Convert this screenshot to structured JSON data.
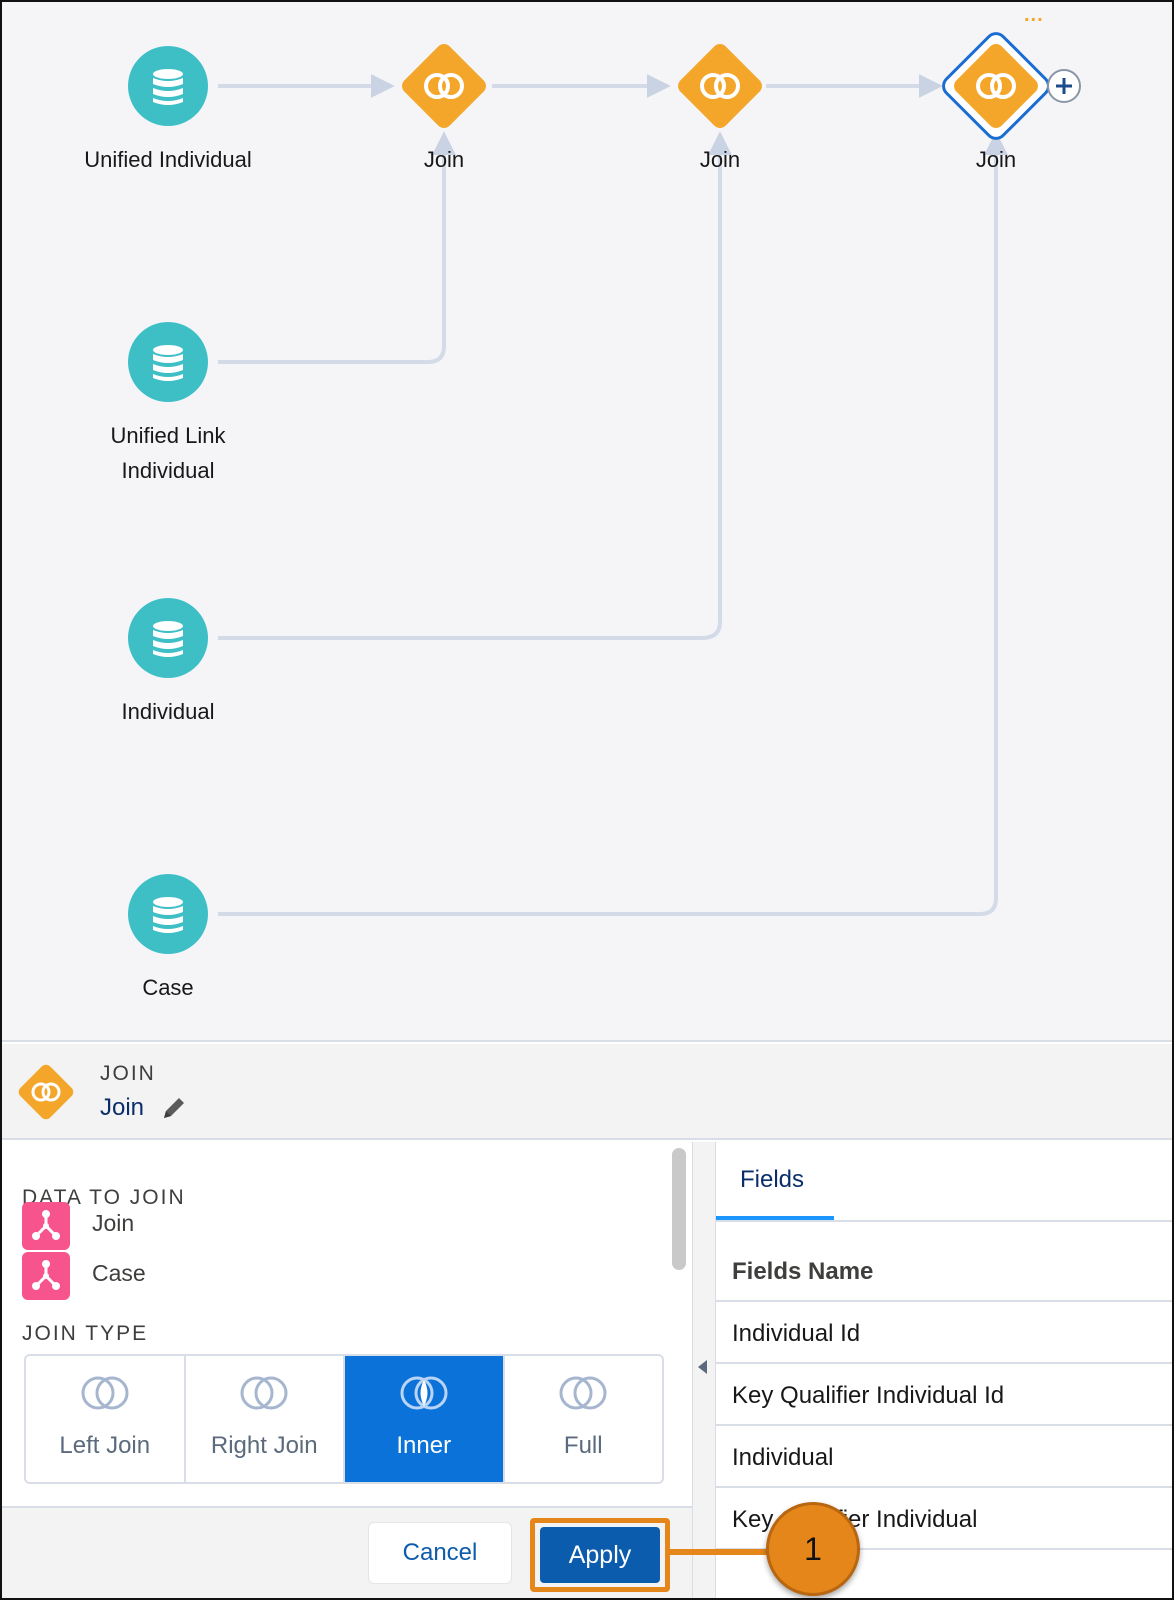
{
  "canvas": {
    "nodes": [
      {
        "label": "Unified Individual",
        "type": "source"
      },
      {
        "label": "Unified Link Individual",
        "type": "source"
      },
      {
        "label": "Individual",
        "type": "source"
      },
      {
        "label": "Case",
        "type": "source"
      },
      {
        "label": "Join",
        "type": "join"
      },
      {
        "label": "Join",
        "type": "join"
      },
      {
        "label": "Join",
        "type": "join",
        "selected": true
      }
    ],
    "more_menu": "..."
  },
  "panel": {
    "kicker": "JOIN",
    "title": "Join"
  },
  "data_to_join": {
    "title": "DATA TO JOIN",
    "items": [
      {
        "label": "Join"
      },
      {
        "label": "Case"
      }
    ]
  },
  "join_type": {
    "title": "JOIN TYPE",
    "options": [
      {
        "label": "Left Join",
        "active": false
      },
      {
        "label": "Right Join",
        "active": false
      },
      {
        "label": "Inner",
        "active": true
      },
      {
        "label": "Full",
        "active": false
      }
    ]
  },
  "footer": {
    "cancel_label": "Cancel",
    "apply_label": "Apply"
  },
  "callout": {
    "number": "1"
  },
  "fields_panel": {
    "tab_label": "Fields",
    "column_header": "Fields Name",
    "rows": [
      "Individual Id",
      "Key Qualifier Individual Id",
      "Individual",
      "Key Qualifier Individual"
    ]
  },
  "colors": {
    "source_node": "#3ebfc6",
    "join_node": "#f4a62a",
    "active_join_type": "#0b72d9",
    "apply_button": "#0b5cad",
    "callout": "#e48619",
    "data_badge": "#f7538d"
  }
}
